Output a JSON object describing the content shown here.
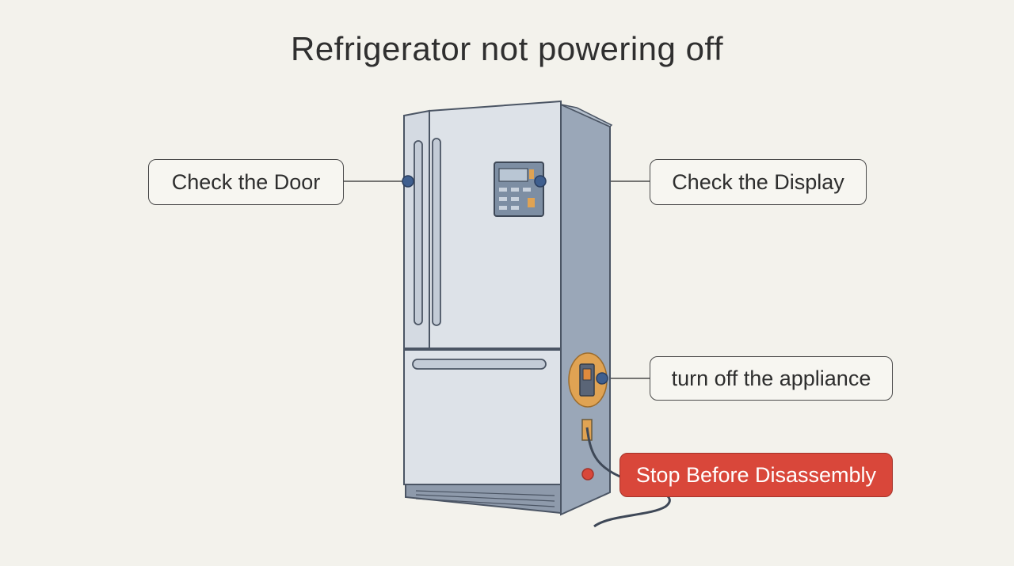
{
  "title": "Refrigerator not powering off",
  "callouts": {
    "door": "Check the Door",
    "display": "Check the Display",
    "turn_off": "turn off the appliance",
    "stop": "Stop Before Disassembly"
  },
  "colors": {
    "background": "#f3f2ec",
    "fridge_body": "#cfd5de",
    "fridge_side": "#9aa7b8",
    "accent_marker": "#3f5f8f",
    "warning": "#d9473a",
    "switch_plate": "#e0a353"
  }
}
